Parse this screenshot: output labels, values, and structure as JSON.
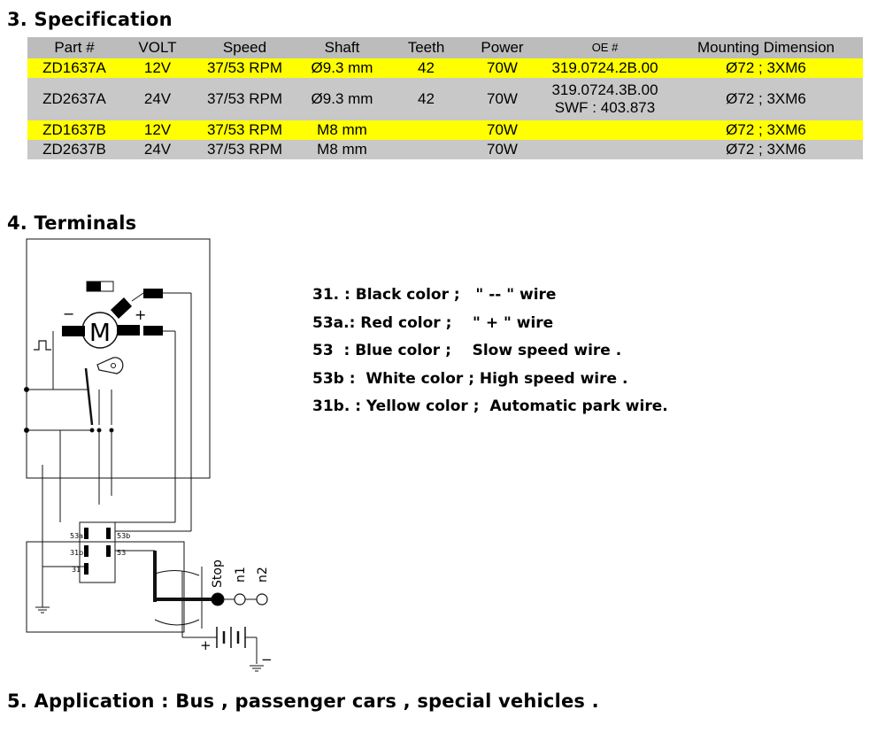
{
  "spec": {
    "heading": "3. Specification",
    "columns": [
      "Part #",
      "VOLT",
      "Speed",
      "Shaft",
      "Teeth",
      "Power",
      "OE #",
      "Mounting Dimension"
    ],
    "rows": [
      {
        "part": "ZD1637A",
        "volt": "12V",
        "speed": "37/53 RPM",
        "shaft": "Ø9.3 mm",
        "teeth": "42",
        "power": "70W",
        "oe_line1": "319.0724.2B.00",
        "oe_line2": "",
        "mount": "Ø72 ; 3XM6"
      },
      {
        "part": "ZD2637A",
        "volt": "24V",
        "speed": "37/53 RPM",
        "shaft": "Ø9.3 mm",
        "teeth": "42",
        "power": "70W",
        "oe_line1": "319.0724.3B.00",
        "oe_line2": "SWF : 403.873",
        "mount": "Ø72 ; 3XM6"
      },
      {
        "part": "ZD1637B",
        "volt": "12V",
        "speed": "37/53 RPM",
        "shaft": "M8 mm",
        "teeth": "",
        "power": "70W",
        "oe_line1": "",
        "oe_line2": "",
        "mount": "Ø72 ; 3XM6"
      },
      {
        "part": "ZD2637B",
        "volt": "24V",
        "speed": "37/53 RPM",
        "shaft": "M8 mm",
        "teeth": "",
        "power": "70W",
        "oe_line1": "",
        "oe_line2": "",
        "mount": "Ø72 ; 3XM6"
      }
    ],
    "colors": {
      "header": "#bcbcbc",
      "highlight": "#ffff00",
      "grey": "#c8c8c8"
    }
  },
  "terminals": {
    "heading": "4. Terminals",
    "wires": [
      "31. : Black color ;   \" -- \" wire",
      "53a.: Red color ;    \" + \" wire",
      "53  : Blue color ;    Slow speed wire .",
      "53b :  White color ; High speed wire .",
      "31b. : Yellow color ;  Automatic park wire."
    ],
    "diagram": {
      "motor_letter": "M",
      "minus": "−",
      "plus": "+",
      "terminals": [
        "53a",
        "53b",
        "31b",
        "53",
        "31"
      ],
      "switch_labels": [
        "Stop",
        "n1",
        "n2"
      ],
      "battery_plus": "+",
      "battery_minus": "−"
    }
  },
  "application": {
    "heading": "5. Application : Bus , passenger cars , special vehicles ."
  }
}
